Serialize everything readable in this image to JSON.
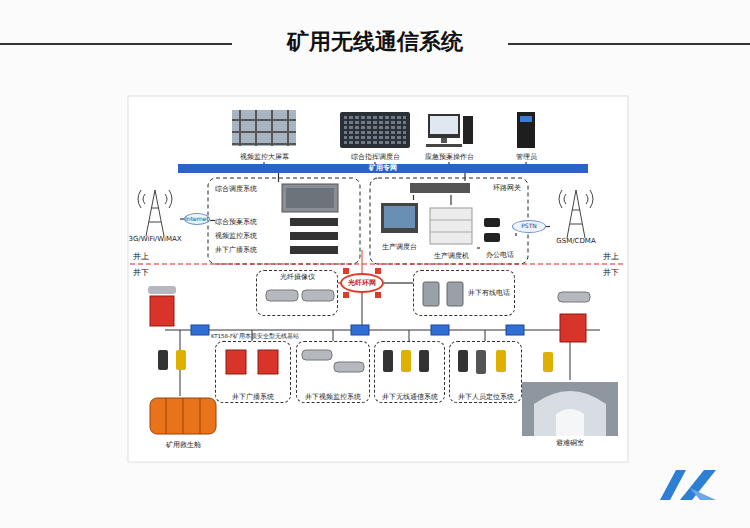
{
  "diagram": {
    "title": "矿用无线通信系统",
    "nodes": [
      {
        "text": [
          "视频监控大屏幕"
        ]
      },
      {
        "text": [
          "综合指挥调度台"
        ]
      },
      {
        "text": [
          "应急预案操作台"
        ]
      },
      {
        "text": [
          "管理员"
        ]
      },
      {
        "text": [
          "矿用专网"
        ]
      },
      {
        "text": [
          "综合调度系统"
        ]
      },
      {
        "text": [
          "综合预案系统"
        ]
      },
      {
        "text": [
          "视频监控系统"
        ]
      },
      {
        "text": [
          "井下广播系统"
        ]
      },
      {
        "text": [
          "环路网关"
        ]
      },
      {
        "text": [
          "生产调度台"
        ]
      },
      {
        "text": [
          "生产调度机"
        ]
      },
      {
        "text": [
          "办公电话"
        ]
      },
      {
        "text": [
          "PSTN"
        ]
      },
      {
        "text": [
          "Internet"
        ]
      },
      {
        "text": [
          "3G/WiFi/WiMAX"
        ]
      },
      {
        "text": [
          "GSM/CDMA"
        ]
      },
      {
        "text": [
          "光纤摄像仪"
        ]
      },
      {
        "text": [
          "光纤环网"
        ]
      },
      {
        "text": [
          "井下有线电话"
        ]
      },
      {
        "text": [
          "井下广播系统"
        ]
      },
      {
        "text": [
          "井下视频监控系统"
        ]
      },
      {
        "text": [
          "井下无线通信系统"
        ]
      },
      {
        "text": [
          "井下人员定位系统"
        ]
      },
      {
        "text": [
          "矿用救生舱"
        ]
      },
      {
        "text": [
          "避难硐室"
        ]
      }
    ],
    "edges": [
      {
        "from": 0,
        "to": 4,
        "arrow": "none"
      },
      {
        "from": 1,
        "to": 4,
        "arrow": "none"
      },
      {
        "from": 2,
        "to": 4,
        "arrow": "none"
      },
      {
        "from": 3,
        "to": 4,
        "arrow": "none"
      },
      {
        "from": 4,
        "to": 5,
        "arrow": "none"
      },
      {
        "from": 4,
        "to": 9,
        "arrow": "none"
      },
      {
        "from": 15,
        "to": 14,
        "arrow": "none"
      },
      {
        "from": 14,
        "to": 6,
        "arrow": "none"
      },
      {
        "from": 9,
        "to": 10,
        "arrow": "none"
      },
      {
        "from": 9,
        "to": 11,
        "arrow": "none"
      },
      {
        "from": 11,
        "to": 12,
        "arrow": "none"
      },
      {
        "from": 12,
        "to": 13,
        "arrow": "none"
      },
      {
        "from": 13,
        "to": 16,
        "arrow": "none"
      },
      {
        "from": 17,
        "to": 18,
        "arrow": "none"
      },
      {
        "from": 18,
        "to": 19,
        "arrow": "none"
      }
    ],
    "labels": [
      "井上",
      "井下",
      "井上",
      "井下",
      "KT158-F矿用本质安全型无线基站"
    ]
  }
}
